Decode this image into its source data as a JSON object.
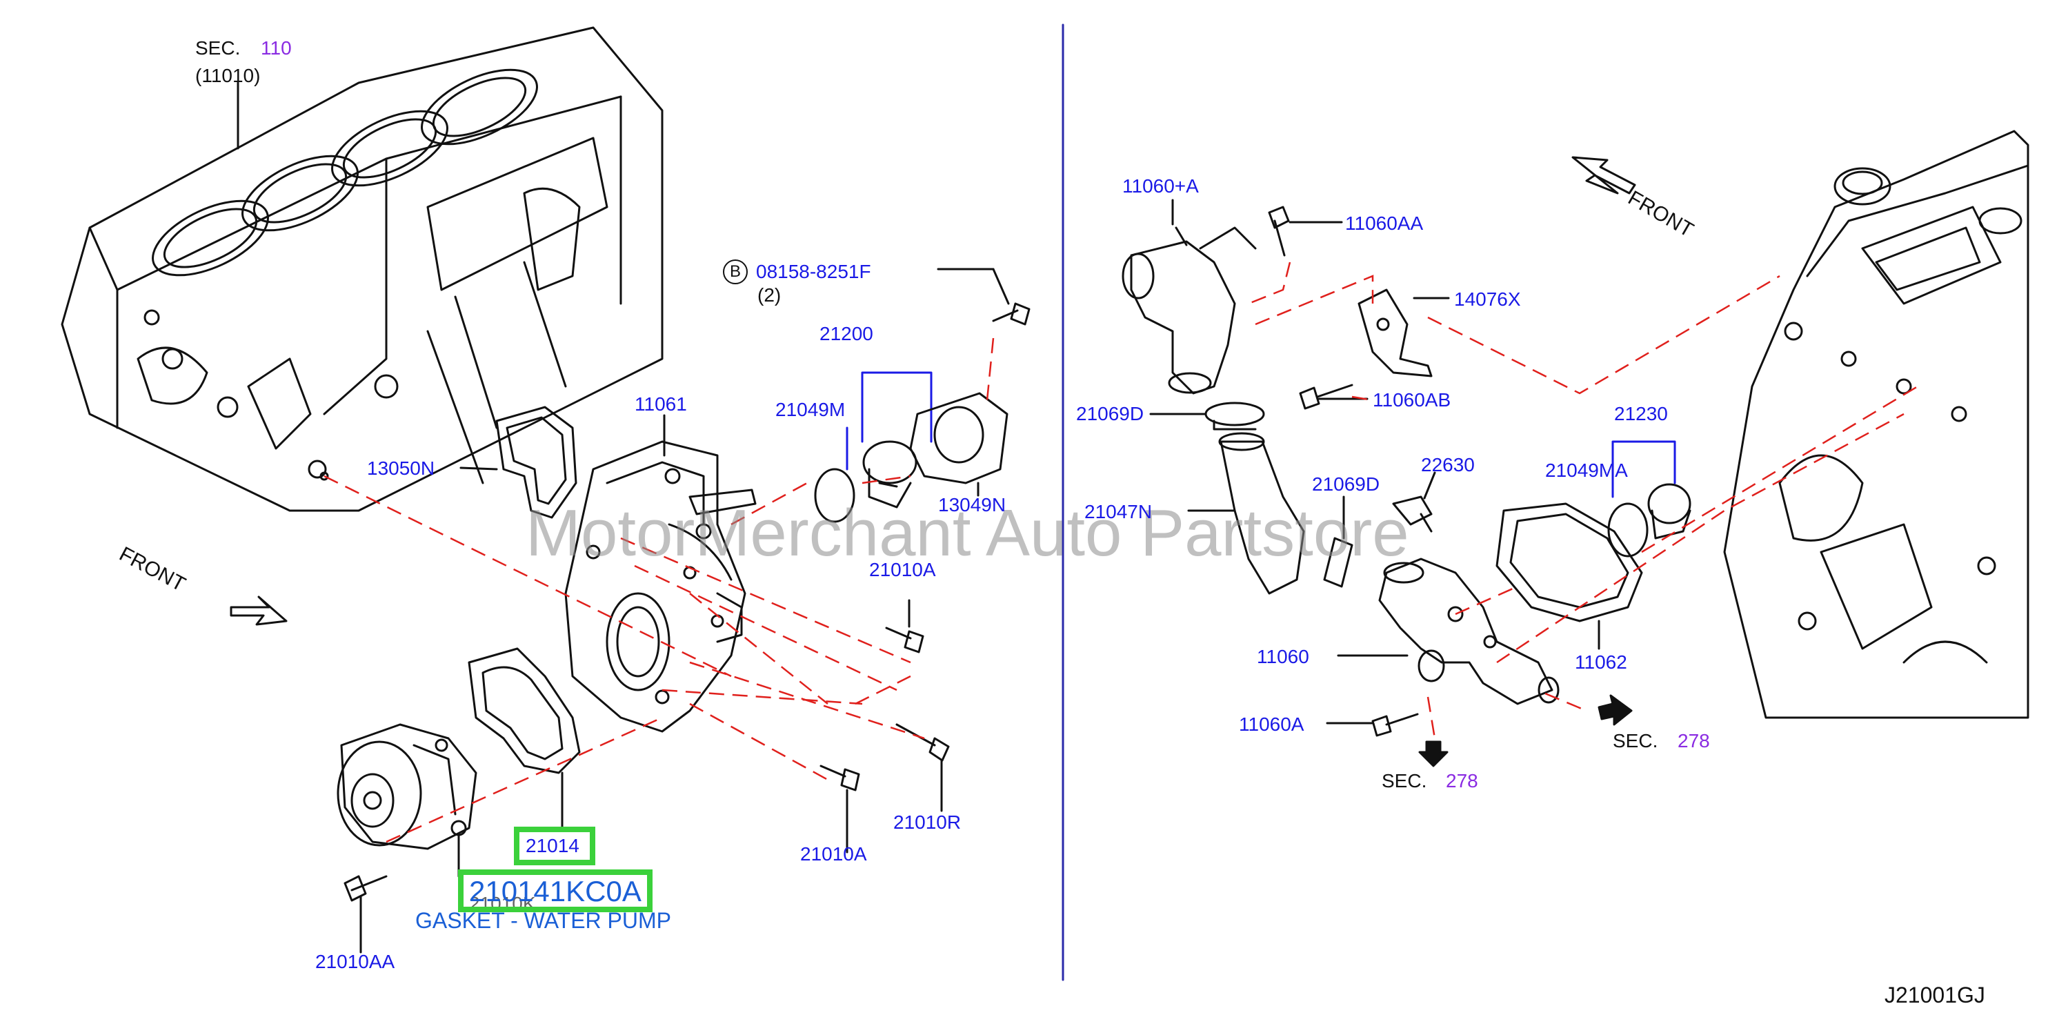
{
  "diagram": {
    "code": "J21001GJ",
    "watermark": "MotorMerchant Auto Partstore",
    "front_labels": [
      "FRONT",
      "FRONT"
    ],
    "sections": {
      "block": {
        "prefix": "SEC.",
        "number": "110",
        "sub": "(11010)"
      },
      "left_outlet": {
        "prefix": "SEC.",
        "number": "278"
      },
      "right_outlet": {
        "prefix": "SEC.",
        "number": "278"
      }
    },
    "bolt_callout": {
      "badge": "B",
      "part": "08158-8251F",
      "qty": "(2)"
    },
    "highlight": {
      "part_box": "21014",
      "part_number": "210141KC0A",
      "description": "GASKET - WATER PUMP",
      "hidden_ref": "21010K"
    },
    "left_parts": [
      "11061",
      "13050N",
      "21200",
      "21049M",
      "13049N",
      "21010A",
      "21010A",
      "21010R",
      "21010AA"
    ],
    "right_parts": [
      "11060+A",
      "11060AA",
      "14076X",
      "21069D",
      "11060AB",
      "21069D",
      "22630",
      "21047N",
      "21230",
      "21049MA",
      "11060",
      "11062",
      "11060A"
    ]
  },
  "colors": {
    "callout": "#1a1ae6",
    "section": "#8a2be2",
    "highlight": "#3bd13b",
    "dash": "#e0201c",
    "divider": "#2a2aaa"
  }
}
